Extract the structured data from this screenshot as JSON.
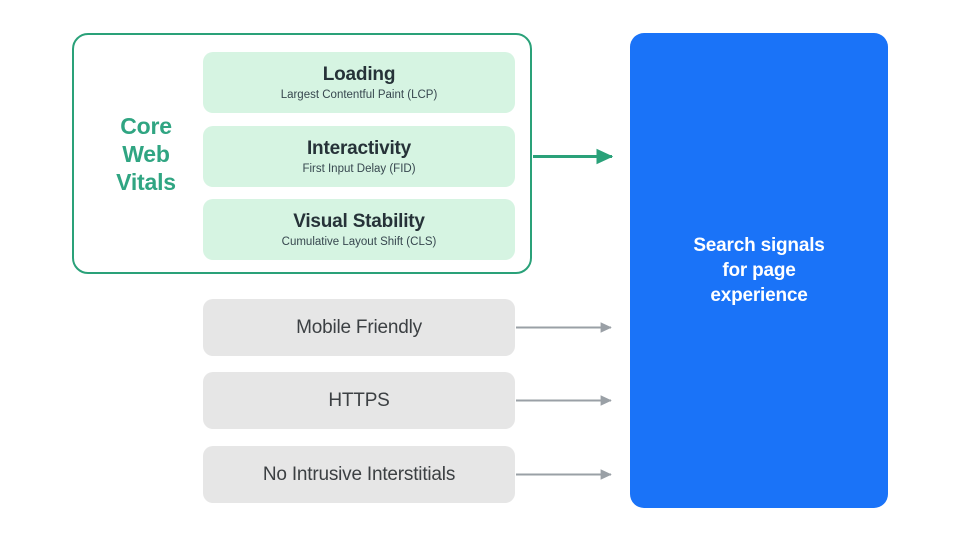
{
  "diagram": {
    "title": "Search signals for page experience",
    "colors": {
      "core_web_vitals_border": "#2aa179",
      "core_web_vitals_text": "#30a582",
      "vital_card_bg": "#d6f4e2",
      "gray_card_bg": "#e6e6e6",
      "blue_box_bg": "#1a73f8",
      "green_arrow": "#2aa179",
      "gray_arrow": "#9aa0a6",
      "page_bg": "#ffffff"
    }
  },
  "core_web_vitals": {
    "label": "Core\nWeb\nVitals",
    "items": [
      {
        "title": "Loading",
        "subtitle": "Largest Contentful Paint (LCP)",
        "metric": "LCP"
      },
      {
        "title": "Interactivity",
        "subtitle": "First Input Delay (FID)",
        "metric": "FID"
      },
      {
        "title": "Visual Stability",
        "subtitle": "Cumulative Layout Shift (CLS)",
        "metric": "CLS"
      }
    ]
  },
  "other_signals": [
    {
      "label": "Mobile Friendly"
    },
    {
      "label": "HTTPS"
    },
    {
      "label": "No Intrusive Interstitials"
    }
  ],
  "destination": {
    "label": "Search signals\nfor page\nexperience"
  },
  "arrows": [
    {
      "name": "core-web-vitals-arrow",
      "color": "#2aa179",
      "from": "core-web-vitals-container",
      "to": "search-signals-box"
    },
    {
      "name": "mobile-friendly-arrow",
      "color": "#9aa0a6",
      "from": "mobile-friendly-card",
      "to": "search-signals-box"
    },
    {
      "name": "https-arrow",
      "color": "#9aa0a6",
      "from": "https-card",
      "to": "search-signals-box"
    },
    {
      "name": "no-intrusive-interstitials-arrow",
      "color": "#9aa0a6",
      "from": "no-intrusive-interstitials-card",
      "to": "search-signals-box"
    }
  ]
}
